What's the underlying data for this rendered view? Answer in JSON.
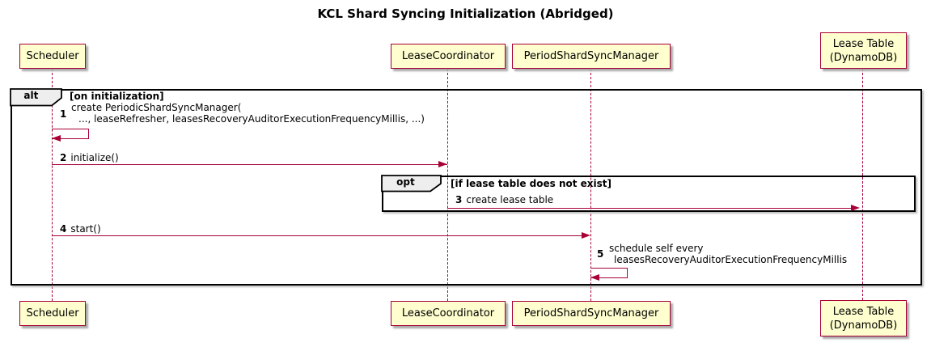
{
  "diagram": {
    "title": "KCL Shard Syncing Initialization (Abridged)",
    "participants": [
      {
        "id": "scheduler",
        "lines": [
          "Scheduler"
        ]
      },
      {
        "id": "lease-coordinator",
        "lines": [
          "LeaseCoordinator"
        ]
      },
      {
        "id": "period-shard-sync-manager",
        "lines": [
          "PeriodShardSyncManager"
        ]
      },
      {
        "id": "lease-table",
        "lines": [
          "Lease Table",
          "(DynamoDB)"
        ]
      }
    ],
    "frames": [
      {
        "operator": "alt",
        "condition": "[on initialization]"
      },
      {
        "operator": "opt",
        "condition": "[if lease table does not exist]"
      }
    ],
    "messages": [
      {
        "num": "1",
        "lines": [
          "create PeriodicShardSyncManager(",
          "..., leaseRefresher, leasesRecoveryAuditorExecutionFrequencyMillis, ...)"
        ]
      },
      {
        "num": "2",
        "text": "initialize()"
      },
      {
        "num": "3",
        "text": "create lease table"
      },
      {
        "num": "4",
        "text": "start()"
      },
      {
        "num": "5",
        "lines": [
          "schedule self every",
          "leasesRecoveryAuditorExecutionFrequencyMillis"
        ]
      }
    ],
    "colors": {
      "participant_fill": "#FEFECE",
      "participant_border": "#A80036",
      "arrow": "#A80036",
      "lifeline": "#A80036",
      "frame_border": "#000000",
      "frame_label_fill": "#EEEEEE",
      "background": "#FFFFFF"
    }
  }
}
